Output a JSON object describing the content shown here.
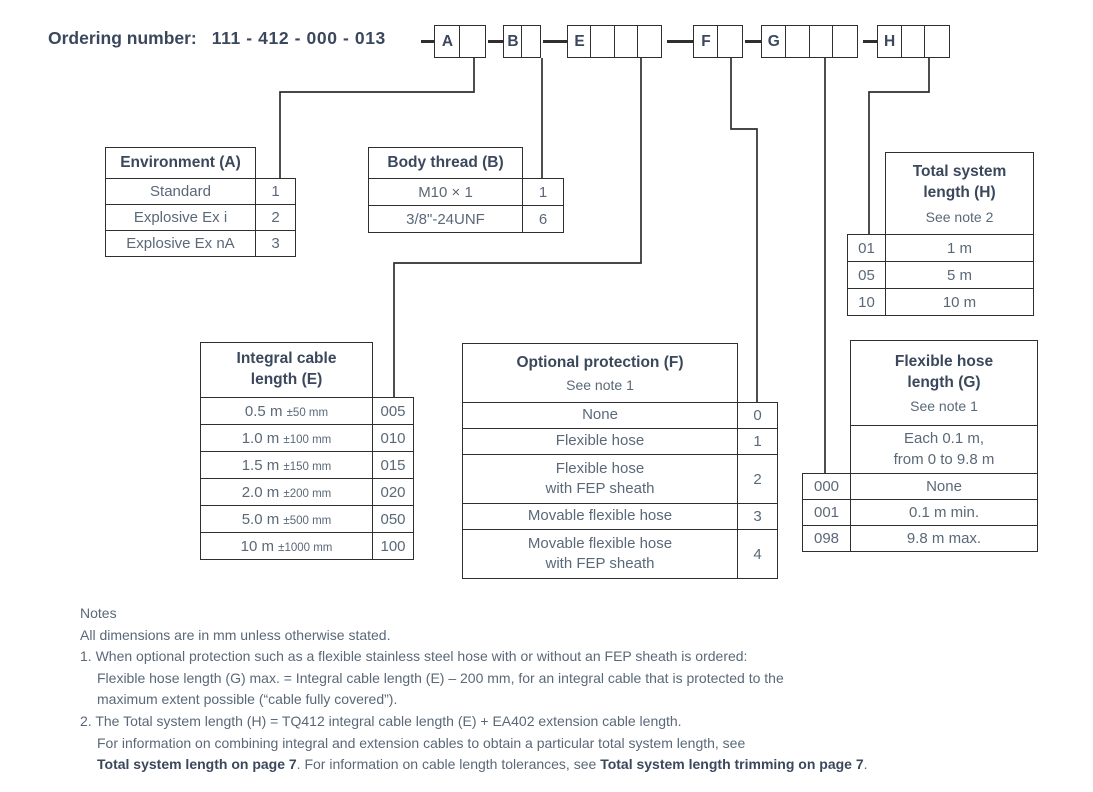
{
  "colors": {
    "text_dark": "#3b485c",
    "text_body": "#5a6878",
    "line": "#2f2f2f"
  },
  "ordering": {
    "label": "Ordering number:",
    "number": "111 - 412 - 000 - 013",
    "segments": [
      {
        "letter": "A",
        "cells": 2
      },
      {
        "letter": "B",
        "cells": 2
      },
      {
        "letter": "E",
        "cells": 4
      },
      {
        "letter": "F",
        "cells": 2
      },
      {
        "letter": "G",
        "cells": 4
      },
      {
        "letter": "H",
        "cells": 3
      }
    ]
  },
  "tables": {
    "environment": {
      "title": "Environment (A)",
      "rows": [
        {
          "label": "Standard",
          "code": "1"
        },
        {
          "label": "Explosive Ex i",
          "code": "2"
        },
        {
          "label": "Explosive Ex nA",
          "code": "3"
        }
      ]
    },
    "body_thread": {
      "title": "Body thread (B)",
      "rows": [
        {
          "label": "M10 × 1",
          "code": "1"
        },
        {
          "label": "3/8\"-24UNF",
          "code": "6"
        }
      ]
    },
    "total_system_length": {
      "title_l1": "Total system",
      "title_l2": "length (H)",
      "subtitle": "See note 2",
      "rows": [
        {
          "code": "01",
          "label": "1 m"
        },
        {
          "code": "05",
          "label": "5 m"
        },
        {
          "code": "10",
          "label": "10 m"
        }
      ]
    },
    "integral_cable_length": {
      "title_l1": "Integral cable",
      "title_l2": "length (E)",
      "rows": [
        {
          "len": "0.5 m",
          "tol": "±50 mm",
          "code": "005"
        },
        {
          "len": "1.0 m",
          "tol": "±100 mm",
          "code": "010"
        },
        {
          "len": "1.5 m",
          "tol": "±150 mm",
          "code": "015"
        },
        {
          "len": "2.0 m",
          "tol": "±200 mm",
          "code": "020"
        },
        {
          "len": "5.0 m",
          "tol": "±500 mm",
          "code": "050"
        },
        {
          "len": "10 m",
          "tol": "±1000 mm",
          "code": "100"
        }
      ]
    },
    "optional_protection": {
      "title": "Optional protection (F)",
      "subtitle": "See note 1",
      "rows": [
        {
          "label": "None",
          "label2": "",
          "code": "0"
        },
        {
          "label": "Flexible hose",
          "label2": "",
          "code": "1"
        },
        {
          "label": "Flexible hose",
          "label2": "with FEP sheath",
          "code": "2"
        },
        {
          "label": "Movable flexible hose",
          "label2": "",
          "code": "3"
        },
        {
          "label": "Movable flexible hose",
          "label2": "with FEP sheath",
          "code": "4"
        }
      ]
    },
    "flexible_hose_length": {
      "title_l1": "Flexible hose",
      "title_l2": "length (G)",
      "subtitle": "See note 1",
      "range_l1": "Each 0.1 m,",
      "range_l2": "from 0 to 9.8 m",
      "rows": [
        {
          "code": "000",
          "label": "None"
        },
        {
          "code": "001",
          "label": "0.1 m min."
        },
        {
          "code": "098",
          "label": "9.8 m max."
        }
      ]
    }
  },
  "notes": {
    "heading": "Notes",
    "line1": "All dimensions are in mm unless otherwise stated.",
    "n1_l1": "1. When optional protection such as a flexible stainless steel hose with or without an FEP sheath is ordered:",
    "n1_l2": "Flexible hose length (G) max. = Integral cable length (E) – 200 mm, for an integral cable that is protected to the",
    "n1_l3": "maximum extent possible (“cable fully covered”).",
    "n2_l1": "2. The Total system length (H) = TQ412 integral cable length (E) + EA402 extension cable length.",
    "n2_l2": "For information on combining integral and extension cables to obtain a particular total system length, see",
    "n2_l3_bold1": "Total system length on page 7",
    "n2_l3_text1": ". For information on cable length tolerances, see ",
    "n2_l3_bold2": "Total system length trimming on page 7",
    "n2_l3_text2": "."
  }
}
